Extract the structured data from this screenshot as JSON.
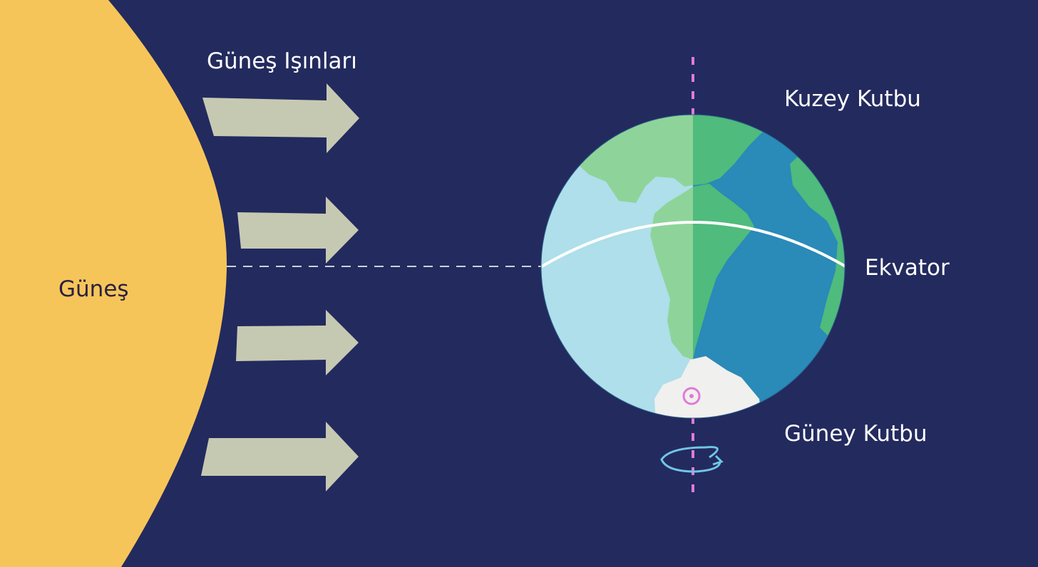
{
  "labels": {
    "sun": "Güneş",
    "sun_rays": "Güneş Işınları",
    "north_pole": "Kuzey Kutbu",
    "equator": "Ekvator",
    "south_pole": "Güney Kutbu"
  },
  "colors": {
    "space_background": "#232a5e",
    "sun": "#f6c55a",
    "ray_arrow": "#c6c9b2",
    "ocean_day": "#aedfea",
    "ocean_night": "#2a8ab8",
    "land_day": "#8ed49a",
    "land_night": "#4fbb7c",
    "ice": "#f0f0ee",
    "axis": "#e07ad8",
    "equator_line": "#ffffff",
    "rotation_arrow": "#6fc6e6"
  }
}
